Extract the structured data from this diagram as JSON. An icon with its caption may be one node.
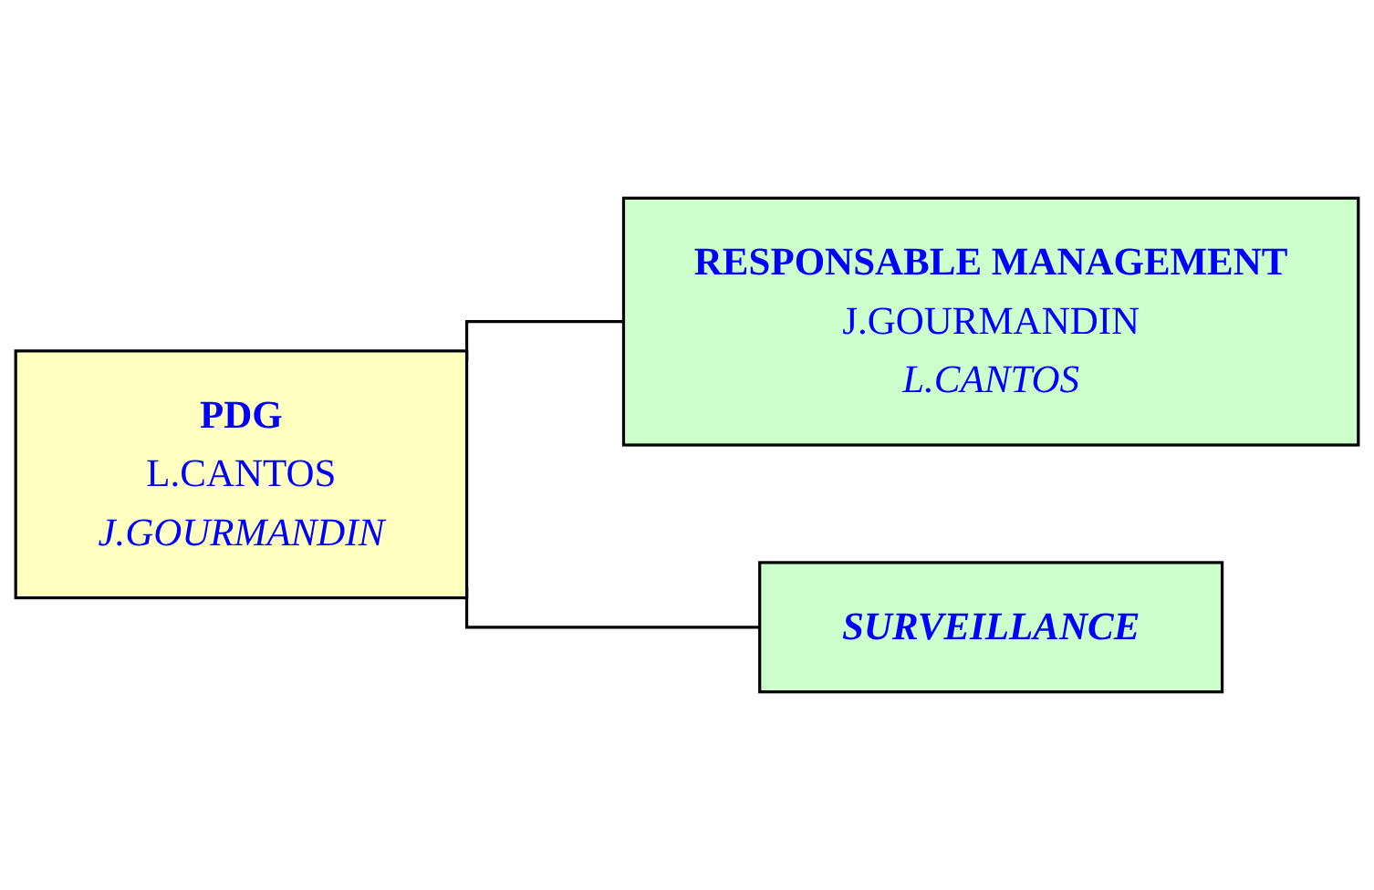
{
  "diagram": {
    "nodes": [
      {
        "text": [
          "PDG",
          "L.CANTOS",
          "J.GOURMANDIN"
        ]
      },
      {
        "text": [
          "RESPONSABLE MANAGEMENT",
          "J.GOURMANDIN",
          "L.CANTOS"
        ]
      },
      {
        "text": [
          "SURVEILLANCE"
        ]
      }
    ],
    "edges": [
      {
        "from": 0,
        "to": 1,
        "arrow": "none"
      },
      {
        "from": 0,
        "to": 2,
        "arrow": "none"
      }
    ]
  }
}
